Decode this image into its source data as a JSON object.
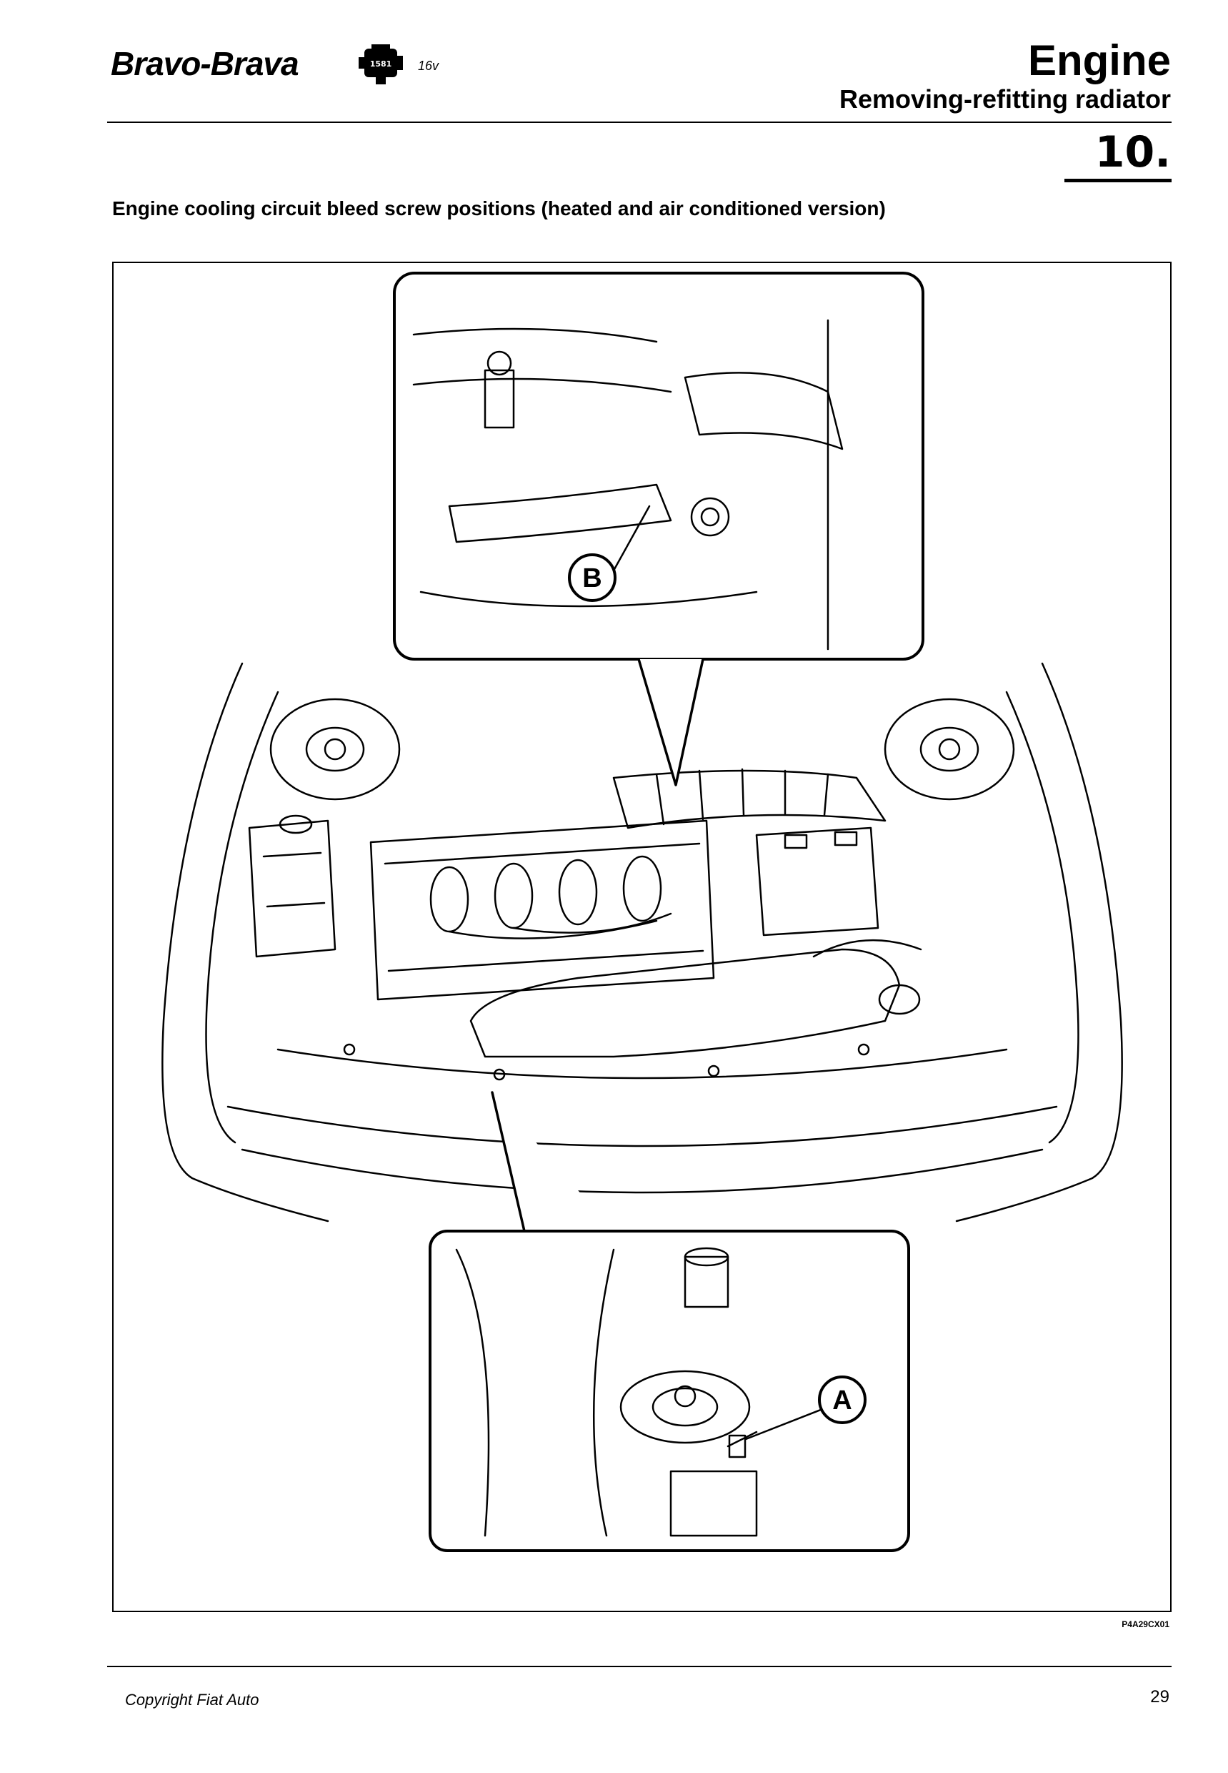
{
  "header": {
    "brand": "Bravo-Brava",
    "engine_code": "1581",
    "valves": "16v",
    "section": "Engine",
    "subsection": "Removing-refitting radiator",
    "chapter": "10."
  },
  "figure": {
    "caption": "Engine cooling circuit bleed screw positions (heated and air conditioned version)",
    "callouts": [
      "B",
      "A"
    ],
    "code": "P4A29CX01"
  },
  "footer": {
    "copyright": "Copyright Fiat Auto",
    "page_number": "29"
  }
}
